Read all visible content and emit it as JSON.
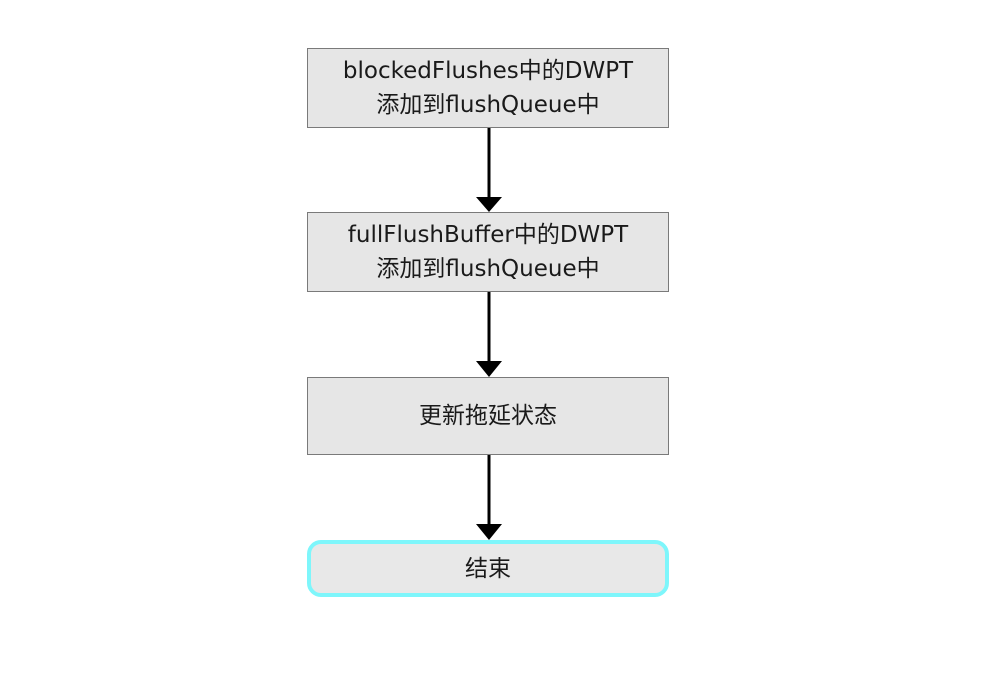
{
  "flowchart": {
    "steps": [
      {
        "id": "step-1",
        "lines": [
          "blockedFlushes中的DWPT",
          "添加到flushQueue中"
        ]
      },
      {
        "id": "step-2",
        "lines": [
          "fullFlushBuffer中的DWPT",
          "添加到flushQueue中"
        ]
      },
      {
        "id": "step-3",
        "lines": [
          "更新拖延状态"
        ]
      },
      {
        "id": "end",
        "lines": [
          "结束"
        ]
      }
    ],
    "edges": [
      {
        "from": "step-1",
        "to": "step-2"
      },
      {
        "from": "step-2",
        "to": "step-3"
      },
      {
        "from": "step-3",
        "to": "end"
      }
    ],
    "colors": {
      "node_fill": "#e6e6e6",
      "node_border": "#7a7a7a",
      "terminal_border": "#7ef6fb",
      "arrow": "#000000"
    }
  }
}
